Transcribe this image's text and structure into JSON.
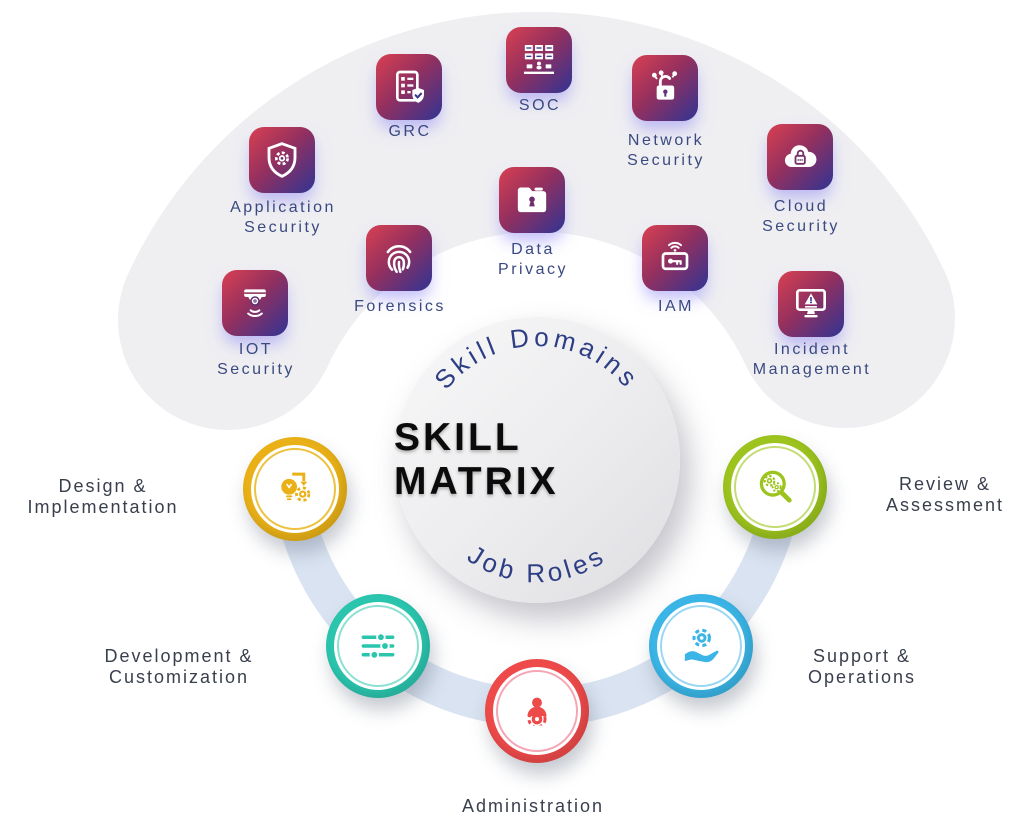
{
  "diagram": {
    "center_title": "SKILL MATRIX",
    "top_arc_label": "Skill Domains",
    "bottom_arc_label": "Job Roles"
  },
  "skill_domains": [
    {
      "label": "GRC",
      "icon": "grc-checklist-shield-icon"
    },
    {
      "label": "SOC",
      "icon": "soc-monitoring-room-icon"
    },
    {
      "label": "Network\nSecurity",
      "icon": "network-padlock-icon"
    },
    {
      "label": "Application\nSecurity",
      "icon": "shield-gear-icon"
    },
    {
      "label": "Data\nPrivacy",
      "icon": "folder-keyhole-icon"
    },
    {
      "label": "Cloud\nSecurity",
      "icon": "cloud-padlock-icon"
    },
    {
      "label": "Forensics",
      "icon": "fingerprint-icon"
    },
    {
      "label": "IAM",
      "icon": "key-card-wifi-icon"
    },
    {
      "label": "IOT\nSecurity",
      "icon": "security-camera-icon"
    },
    {
      "label": "Incident\nManagement",
      "icon": "monitor-warning-icon"
    }
  ],
  "job_roles": [
    {
      "label": "Design &\nImplementation",
      "color": "#E9B117",
      "icon": "bulb-arrow-gear-icon"
    },
    {
      "label": "Development &\nCustomization",
      "color": "#2BC5AE",
      "icon": "sliders-icon"
    },
    {
      "label": "Administration",
      "color": "#EE4A4A",
      "icon": "person-gear-icon"
    },
    {
      "label": "Support &\nOperations",
      "color": "#3AB5E6",
      "icon": "hand-gear-icon"
    },
    {
      "label": "Review &\nAssessment",
      "color": "#9CC31E",
      "icon": "magnifier-gears-icon"
    }
  ],
  "palette": {
    "tile_gradient_start": "#D94051",
    "tile_gradient_end": "#303493",
    "domain_label_color": "#3A4A80",
    "role_label_color": "#3A3F4E",
    "arc_band_color": "#D9E3F1",
    "blob_color": "#EFEFF2",
    "curved_text_color": "#2D3E85",
    "center_title_color": "#0B0B0B"
  }
}
